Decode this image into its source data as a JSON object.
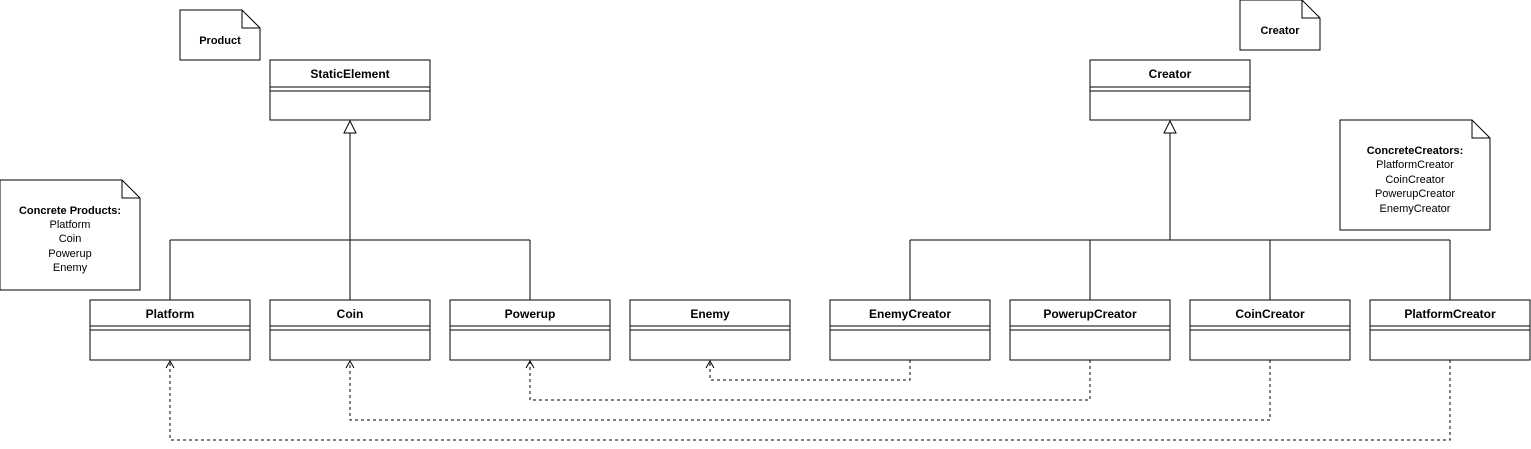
{
  "notes": {
    "product": {
      "text": "Product"
    },
    "creator": {
      "text": "Creator"
    },
    "concrete_products": {
      "title": "Concrete Products:",
      "items": [
        "Platform",
        "Coin",
        "Powerup",
        "Enemy"
      ]
    },
    "concrete_creators": {
      "title": "ConcreteCreators:",
      "items": [
        "PlatformCreator",
        "CoinCreator",
        "PowerupCreator",
        "EnemyCreator"
      ]
    }
  },
  "classes": {
    "static_element": "StaticElement",
    "creator": "Creator",
    "platform": "Platform",
    "coin": "Coin",
    "powerup": "Powerup",
    "enemy": "Enemy",
    "enemy_creator": "EnemyCreator",
    "powerup_creator": "PowerupCreator",
    "coin_creator": "CoinCreator",
    "platform_creator": "PlatformCreator"
  },
  "relations": {
    "inheritance": [
      {
        "parent": "StaticElement",
        "children": [
          "Platform",
          "Coin",
          "Powerup"
        ]
      },
      {
        "parent": "Creator",
        "children": [
          "EnemyCreator",
          "PowerupCreator",
          "CoinCreator",
          "PlatformCreator"
        ]
      }
    ],
    "dependencies": [
      {
        "from": "EnemyCreator",
        "to": "Enemy"
      },
      {
        "from": "PowerupCreator",
        "to": "Powerup"
      },
      {
        "from": "CoinCreator",
        "to": "Coin"
      },
      {
        "from": "PlatformCreator",
        "to": "Platform"
      }
    ]
  },
  "colors": {
    "stroke": "#000000",
    "fill": "#ffffff"
  }
}
